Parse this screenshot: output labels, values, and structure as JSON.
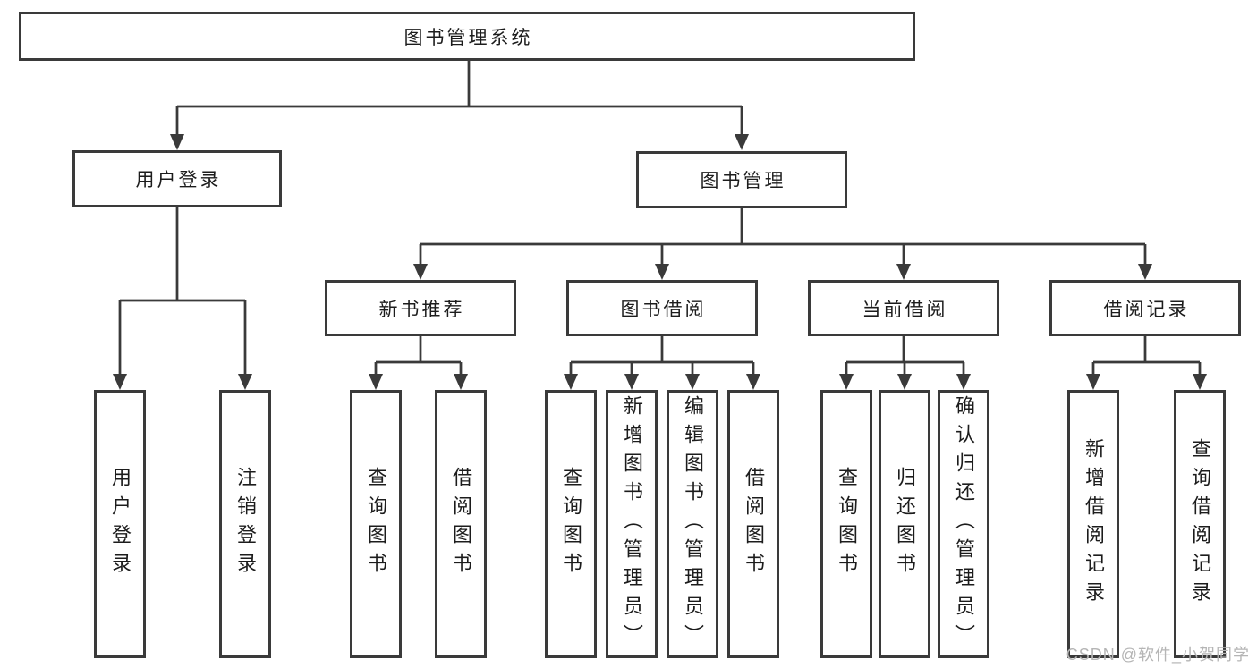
{
  "diagram": {
    "title": "图书管理系统",
    "root": {
      "label": "图书管理系统"
    },
    "level2": [
      {
        "label": "用户登录"
      },
      {
        "label": "图书管理"
      }
    ],
    "level3": [
      {
        "label": "新书推荐"
      },
      {
        "label": "图书借阅"
      },
      {
        "label": "当前借阅"
      },
      {
        "label": "借阅记录"
      }
    ],
    "leaves": {
      "user_login": [
        "用户登录",
        "注销登录"
      ],
      "new_book": [
        "查询图书",
        "借阅图书"
      ],
      "book_borrow": [
        "查询图书",
        "新增图书（管理员）",
        "编辑图书（管理员）",
        "借阅图书"
      ],
      "current_borrow": [
        "查询图书",
        "归还图书",
        "确认归还（管理员）"
      ],
      "borrow_record": [
        "新增借阅记录",
        "查询借阅记录"
      ]
    }
  },
  "watermark": {
    "text": "CSDN @软件_小贺同学"
  },
  "colors": {
    "line": "#3a3a3a",
    "box_border": "#3a3a3a",
    "text": "#1c1c1c",
    "watermark": "#b5b5b5",
    "background": "#ffffff"
  }
}
